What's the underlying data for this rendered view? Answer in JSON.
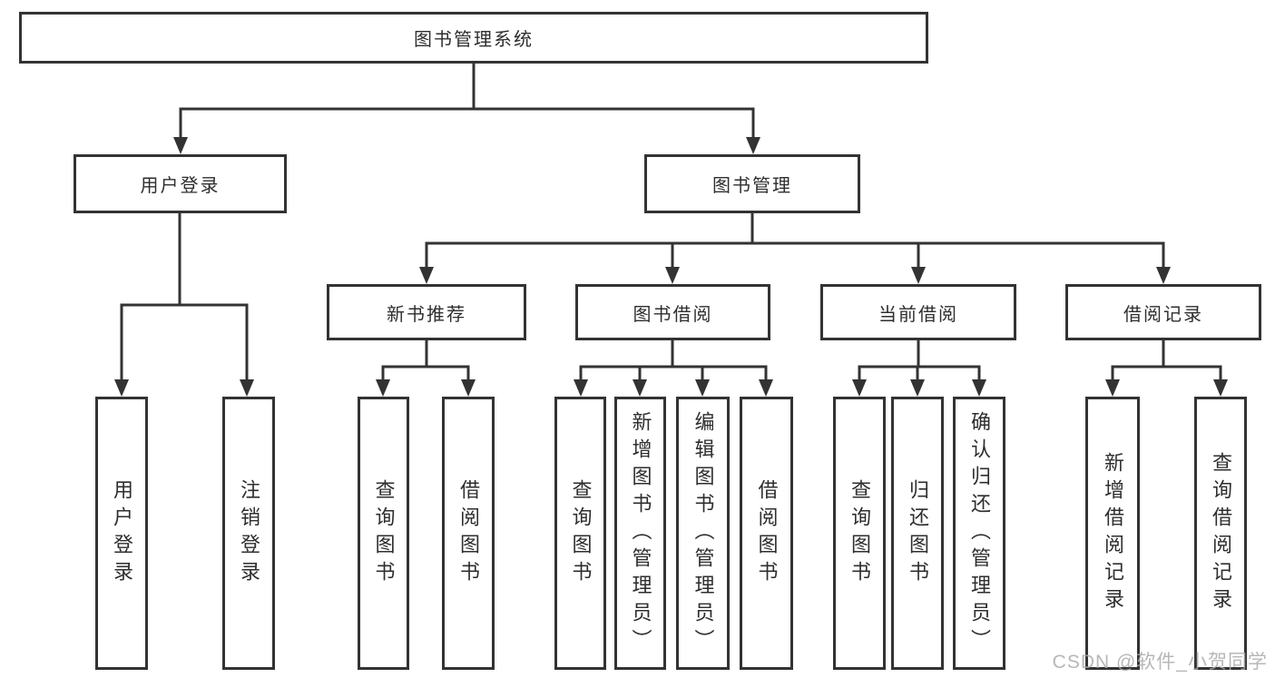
{
  "tree": {
    "root": {
      "label": "图书管理系统"
    },
    "branches": [
      {
        "label": "用户登录",
        "children": [
          {
            "label": "用户登录"
          },
          {
            "label": "注销登录"
          }
        ]
      },
      {
        "label": "图书管理",
        "children": [
          {
            "label": "新书推荐",
            "children": [
              {
                "label": "查询图书"
              },
              {
                "label": "借阅图书"
              }
            ]
          },
          {
            "label": "图书借阅",
            "children": [
              {
                "label": "查询图书"
              },
              {
                "label": "新增图书（管理员）"
              },
              {
                "label": "编辑图书（管理员）"
              },
              {
                "label": "借阅图书"
              }
            ]
          },
          {
            "label": "当前借阅",
            "children": [
              {
                "label": "查询图书"
              },
              {
                "label": "归还图书"
              },
              {
                "label": "确认归还（管理员）"
              }
            ]
          },
          {
            "label": "借阅记录",
            "children": [
              {
                "label": "新增借阅记录"
              },
              {
                "label": "查询借阅记录"
              }
            ]
          }
        ]
      }
    ]
  },
  "watermark": "CSDN @软件_小贺同学",
  "colors": {
    "line": "#333333",
    "text": "#2e2e2e",
    "watermark": "#aaaaaa"
  }
}
